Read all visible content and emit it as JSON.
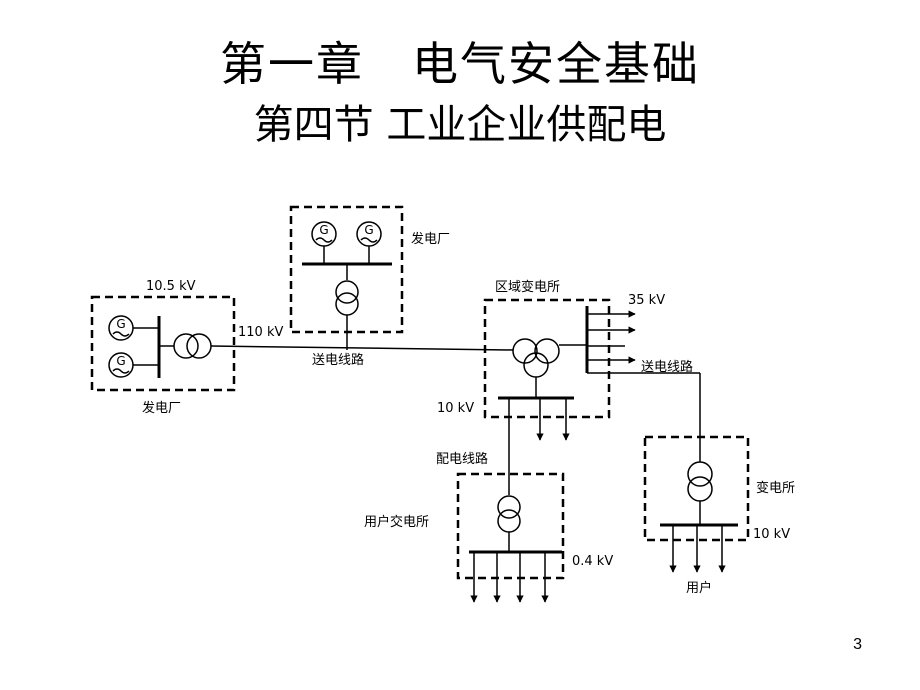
{
  "title": "第一章　电气安全基础",
  "subtitle": "第四节  工业企业供配电",
  "page_number": "3",
  "diagram": {
    "labels": {
      "plant_top": "发电厂",
      "plant_left_voltage": "10.5 kV",
      "plant_left": "发电厂",
      "line_voltage": "110 kV",
      "transmission_line_1": "送电线路",
      "regional_substation": "区域变电所",
      "v35": "35 kV",
      "transmission_line_2": "送电线路",
      "v10_regional": "10 kV",
      "distribution_line": "配电线路",
      "user_substation": "用户交电所",
      "v04": "0.4 kV",
      "substation": "变电所",
      "v10_sub": "10 kV",
      "users": "用户"
    },
    "generator_symbol": "G"
  }
}
